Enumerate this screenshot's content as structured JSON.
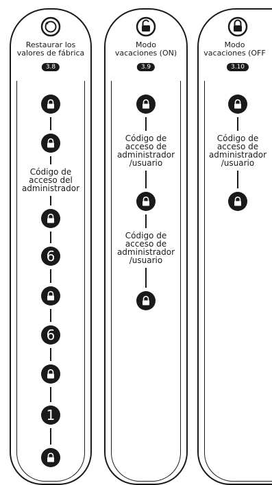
{
  "columns": [
    {
      "title": "Restaurar los\nvalores de fábrica",
      "badge": "3.8",
      "icon": "restore-icon",
      "steps": [
        {
          "kind": "unlock"
        },
        {
          "kind": "unlock"
        },
        {
          "kind": "label",
          "text": "Código de\nacceso del\nadministrador"
        },
        {
          "kind": "unlock"
        },
        {
          "kind": "digit",
          "text": "6"
        },
        {
          "kind": "unlock"
        },
        {
          "kind": "digit",
          "text": "6"
        },
        {
          "kind": "unlock"
        },
        {
          "kind": "digit",
          "text": "1"
        },
        {
          "kind": "unlock"
        }
      ]
    },
    {
      "title": "Modo\nvacaciones (ON)",
      "badge": "3.9",
      "icon": "lock-open-icon",
      "steps": [
        {
          "kind": "unlock"
        },
        {
          "kind": "label",
          "text": "Código de\nacceso de\nadministrador\n/usuario"
        },
        {
          "kind": "unlock"
        },
        {
          "kind": "label",
          "text": "Código de\nacceso de\nadministrador\n/usuario"
        },
        {
          "kind": "unlock"
        }
      ]
    },
    {
      "title": "Modo\nvacaciones (OFF",
      "badge": "3.10",
      "icon": "lock-closed-icon",
      "steps": [
        {
          "kind": "unlock"
        },
        {
          "kind": "label",
          "text": "Código de\nacceso de\nadministrador\n/usuario"
        },
        {
          "kind": "unlock"
        }
      ]
    }
  ]
}
